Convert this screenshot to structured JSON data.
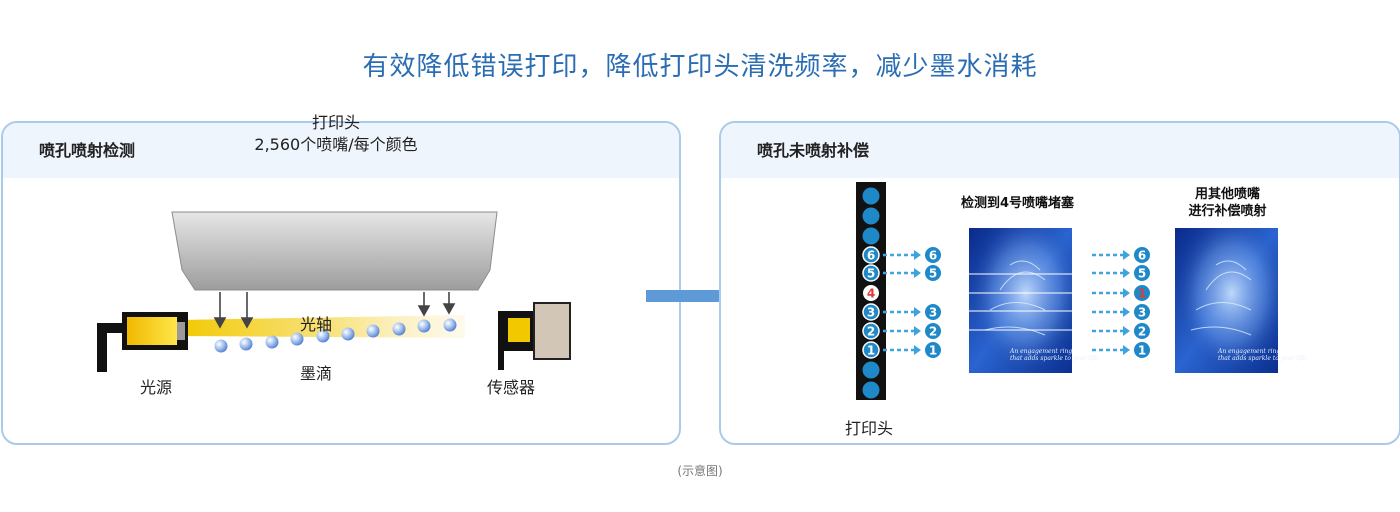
{
  "headline": "有效降低错误打印，降低打印头清洗频率，减少墨水消耗",
  "left_panel": {
    "title": "喷孔喷射检测",
    "print_head_label": "打印头",
    "print_head_spec": "2,560个喷嘴/每个颜色",
    "optical_axis_label": "光轴",
    "light_source_label": "光源",
    "ink_drop_label": "墨滴",
    "sensor_label": "传感器"
  },
  "right_panel": {
    "title": "喷孔未喷射补偿",
    "print_head_label": "打印头",
    "detect_caption": "检测到4号喷嘴堵塞",
    "compensate_caption_line1": "用其他喷嘴",
    "compensate_caption_line2": "进行补偿喷射",
    "nozzles_top": [
      "6",
      "5",
      "4",
      "3",
      "2",
      "1"
    ],
    "nozzles_mid": [
      "6",
      "5",
      "3",
      "2",
      "1"
    ],
    "nozzles_right": [
      "6",
      "5",
      "1",
      "3",
      "2",
      "1"
    ],
    "blocked_nozzle": "4",
    "image_caption_line1": "An engagement ring",
    "image_caption_line2": "that adds sparkle to your life.",
    "accent_color": "#1e88c8",
    "blocked_color": "#e53935"
  },
  "footer_caption": "(示意图)"
}
